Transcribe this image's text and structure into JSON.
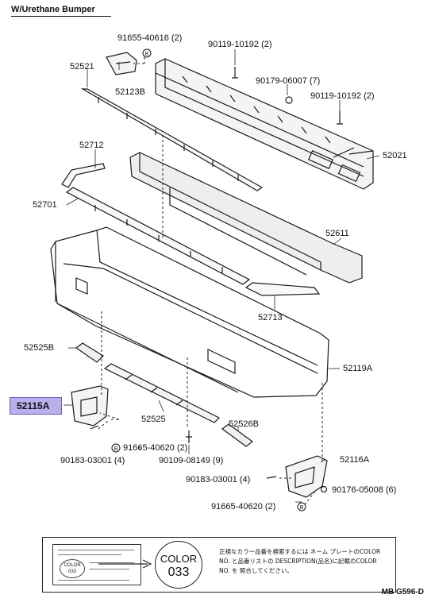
{
  "title": "W/Urethane Bumper",
  "callouts": {
    "p52521": "52521",
    "p91655_40616": "91655-40616 (2)",
    "p52123B": "52123B",
    "p90119_top": "90119-10192 (2)",
    "p90179": "90179-06007 (7)",
    "p90119_right": "90119-10192 (2)",
    "p52021": "52021",
    "p52712": "52712",
    "p52701": "52701",
    "p52611": "52611",
    "p52713": "52713",
    "p52525B": "52525B",
    "p52119A": "52119A",
    "p52115A": "52115A",
    "p52525": "52525",
    "p52526B": "52526B",
    "p91665_left": "91665-40620 (2)",
    "p90183_left": "90183-03001 (4)",
    "p90109": "90109-08149 (9)",
    "p52116A": "52116A",
    "p90183_right": "90183-03001 (4)",
    "p90176": "90176-05008 (6)",
    "p91665_right": "91665-40620 (2)"
  },
  "clip_marker": "B",
  "note": {
    "color_word": "COLOR",
    "color_code": "033",
    "plate_code": "033",
    "text": "正規なカラー品番を検索するには ネーム プレートのCOLOR NO. と品番リストの DESCRIPTION(品名)に記載のCOLOR NO. を 照合してください。"
  },
  "diagram_code": "MB G596-D"
}
